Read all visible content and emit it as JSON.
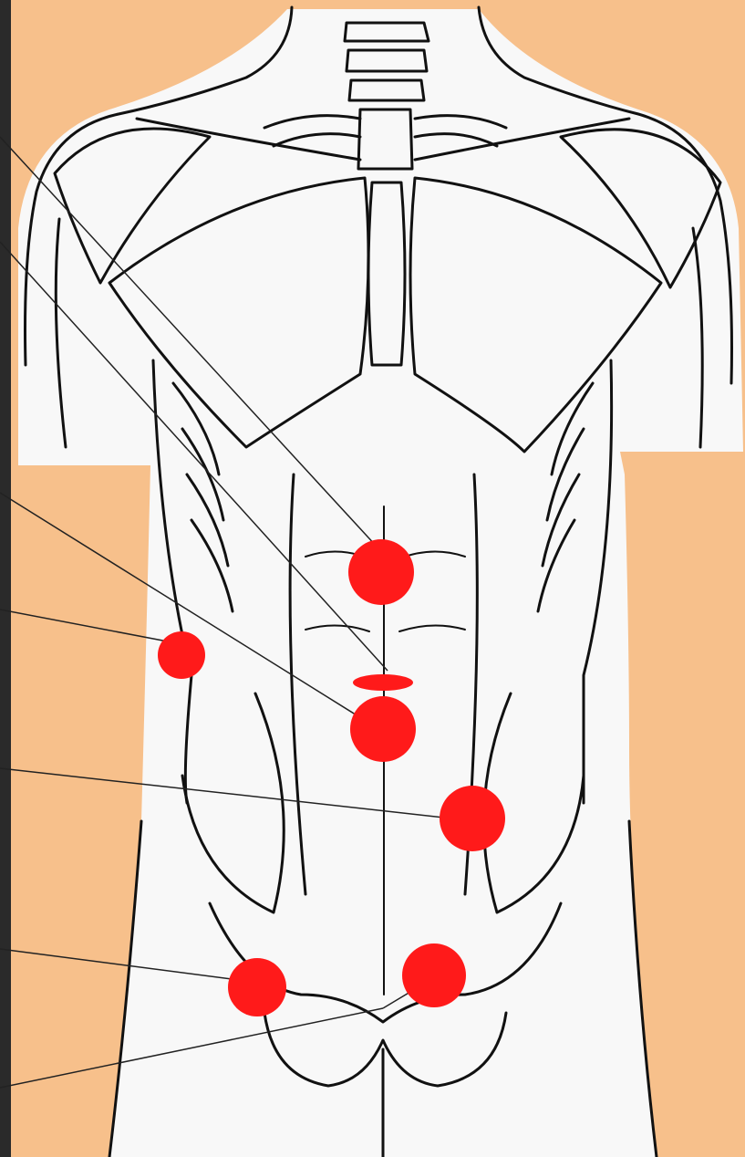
{
  "colors": {
    "background": "#f7c08b",
    "body_fill": "#f8f8f8",
    "outline": "#111111",
    "marker": "#ff1a1a",
    "edge_strip": "#2a2a2a"
  },
  "markers": [
    {
      "id": "epigastric-point"
    },
    {
      "id": "navel-point"
    },
    {
      "id": "right-flank-point"
    },
    {
      "id": "left-lower-abdomen-point"
    },
    {
      "id": "right-iliac-point"
    },
    {
      "id": "left-iliac-point"
    }
  ],
  "leader_lines": [
    {
      "id": "leader-1"
    },
    {
      "id": "leader-2"
    },
    {
      "id": "leader-3"
    },
    {
      "id": "leader-4"
    },
    {
      "id": "leader-5"
    },
    {
      "id": "leader-6"
    },
    {
      "id": "leader-7"
    },
    {
      "id": "leader-8"
    }
  ]
}
